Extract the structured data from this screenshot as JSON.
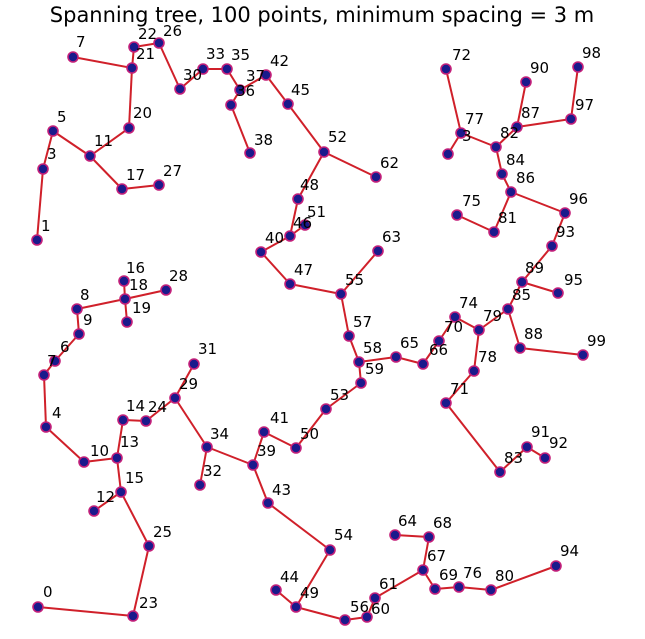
{
  "title": "Spanning tree, 100 points, minimum spacing = 3 m",
  "colors": {
    "edge": "#d0202a",
    "node_fill": "#1a1a8c",
    "node_stroke": "#c4207a"
  },
  "chart_data": {
    "type": "network",
    "node_labels": [
      "0",
      "1",
      "3",
      "4",
      "5",
      "6",
      "7",
      "8",
      "9",
      "10",
      "11",
      "12",
      "13",
      "14",
      "15",
      "16",
      "17",
      "18",
      "19",
      "20",
      "21",
      "22",
      "23",
      "24",
      "25",
      "26",
      "27",
      "28",
      "29",
      "30",
      "31",
      "32",
      "33",
      "34",
      "35",
      "36",
      "37",
      "38",
      "39",
      "40",
      "41",
      "42",
      "43",
      "44",
      "45",
      "46",
      "47",
      "48",
      "49",
      "50",
      "51",
      "52",
      "53",
      "54",
      "55",
      "56",
      "57",
      "58",
      "59",
      "60",
      "61",
      "62",
      "63",
      "64",
      "65",
      "66",
      "67",
      "68",
      "69",
      "70",
      "71",
      "72",
      "74",
      "75",
      "76",
      "77",
      "78",
      "79",
      "80",
      "81",
      "82",
      "83",
      "84",
      "85",
      "86",
      "87",
      "88",
      "89",
      "90",
      "91",
      "92",
      "93",
      "94",
      "95",
      "96",
      "97",
      "98",
      "99"
    ],
    "edges": [
      [
        "0",
        "23"
      ],
      [
        "23",
        "25"
      ],
      [
        "25",
        "15"
      ],
      [
        "15",
        "12"
      ],
      [
        "15",
        "13"
      ],
      [
        "13",
        "10"
      ],
      [
        "10",
        "4"
      ],
      [
        "4",
        "7"
      ],
      [
        "7",
        "6"
      ],
      [
        "6",
        "9"
      ],
      [
        "9",
        "8"
      ],
      [
        "8",
        "18"
      ],
      [
        "18",
        "16"
      ],
      [
        "18",
        "19"
      ],
      [
        "18",
        "28"
      ],
      [
        "13",
        "14"
      ],
      [
        "14",
        "24"
      ],
      [
        "24",
        "29"
      ],
      [
        "29",
        "31"
      ],
      [
        "29",
        "34"
      ],
      [
        "34",
        "32"
      ],
      [
        "34",
        "39"
      ],
      [
        "39",
        "41"
      ],
      [
        "39",
        "43"
      ],
      [
        "41",
        "50"
      ],
      [
        "43",
        "54"
      ],
      [
        "54",
        "49"
      ],
      [
        "49",
        "44"
      ],
      [
        "49",
        "56"
      ],
      [
        "56",
        "60"
      ],
      [
        "60",
        "61"
      ],
      [
        "61",
        "67"
      ],
      [
        "67",
        "68"
      ],
      [
        "68",
        "64"
      ],
      [
        "67",
        "69"
      ],
      [
        "69",
        "76"
      ],
      [
        "76",
        "80"
      ],
      [
        "80",
        "94"
      ],
      [
        "50",
        "53"
      ],
      [
        "53",
        "59"
      ],
      [
        "59",
        "58"
      ],
      [
        "58",
        "65"
      ],
      [
        "65",
        "66"
      ],
      [
        "66",
        "70"
      ],
      [
        "70",
        "74"
      ],
      [
        "74",
        "79"
      ],
      [
        "79",
        "78"
      ],
      [
        "78",
        "71"
      ],
      [
        "71",
        "83"
      ],
      [
        "83",
        "91"
      ],
      [
        "91",
        "92"
      ],
      [
        "79",
        "85"
      ],
      [
        "85",
        "88"
      ],
      [
        "88",
        "99"
      ],
      [
        "85",
        "89"
      ],
      [
        "89",
        "95"
      ],
      [
        "89",
        "93"
      ],
      [
        "93",
        "96"
      ],
      [
        "96",
        "86"
      ],
      [
        "86",
        "84"
      ],
      [
        "86",
        "81"
      ],
      [
        "81",
        "75"
      ],
      [
        "84",
        "82"
      ],
      [
        "82",
        "77"
      ],
      [
        "77",
        "72"
      ],
      [
        "77",
        "3b"
      ],
      [
        "82",
        "87"
      ],
      [
        "87",
        "90"
      ],
      [
        "87",
        "97"
      ],
      [
        "97",
        "98"
      ],
      [
        "58",
        "57"
      ],
      [
        "57",
        "55"
      ],
      [
        "55",
        "63"
      ],
      [
        "55",
        "47"
      ],
      [
        "47",
        "40"
      ],
      [
        "40",
        "46"
      ],
      [
        "46",
        "51"
      ],
      [
        "46",
        "48"
      ],
      [
        "48",
        "52"
      ],
      [
        "52",
        "62"
      ],
      [
        "52",
        "45"
      ],
      [
        "45",
        "42"
      ],
      [
        "42",
        "37"
      ],
      [
        "37",
        "36"
      ],
      [
        "36",
        "38"
      ],
      [
        "37",
        "35"
      ],
      [
        "35",
        "33"
      ],
      [
        "33",
        "30"
      ],
      [
        "30",
        "26"
      ],
      [
        "26",
        "22"
      ],
      [
        "22",
        "21"
      ],
      [
        "21",
        "7top"
      ],
      [
        "21",
        "20"
      ],
      [
        "20",
        "11"
      ],
      [
        "11",
        "17"
      ],
      [
        "17",
        "27"
      ],
      [
        "11",
        "5"
      ],
      [
        "5",
        "3"
      ],
      [
        "3",
        "1"
      ]
    ]
  }
}
